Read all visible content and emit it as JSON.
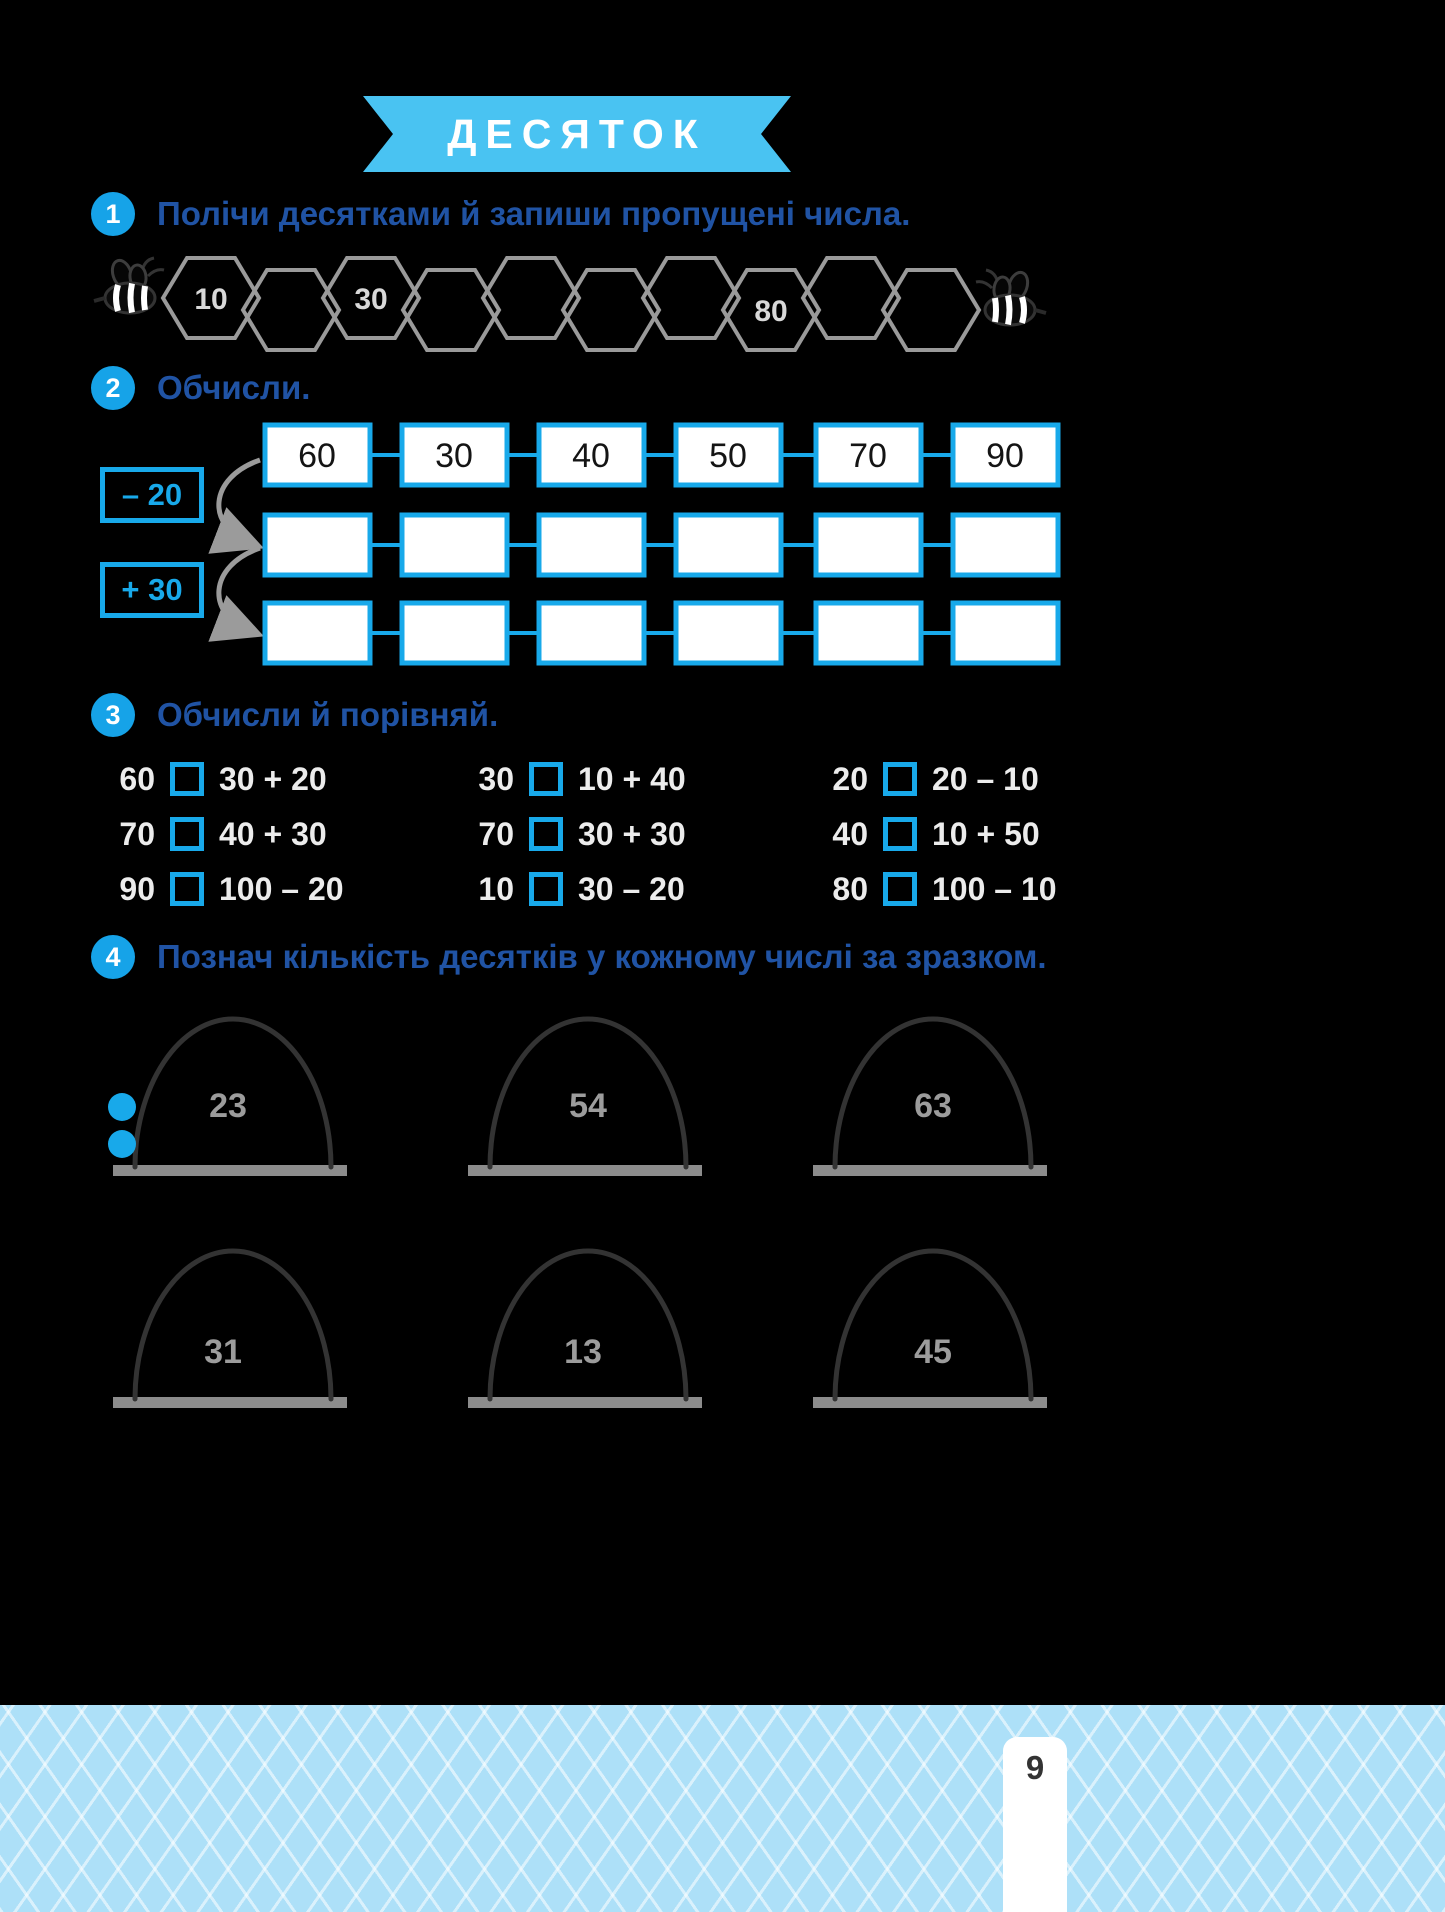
{
  "page": {
    "title": "ДЕСЯТОК",
    "page_number": "9"
  },
  "colors": {
    "background": "#000000",
    "ribbon_blue": "#49c3f2",
    "accent_blue": "#18a9ea",
    "circle_blue": "#16a3e8",
    "instruction_blue": "#2053a4",
    "hex_outline_gray": "#9a9a9a",
    "arrow_gray": "#9b9b9b",
    "water_blue": "#ade0f8"
  },
  "tasks": {
    "t1": {
      "number": "1",
      "instruction": "Полічи десятками й запиши пропущені числа."
    },
    "t2": {
      "number": "2",
      "instruction": "Обчисли."
    },
    "t3": {
      "number": "3",
      "instruction": "Обчисли й порівняй."
    },
    "t4": {
      "number": "4",
      "instruction": "Познач кількість десятків у кожному числі за зразком."
    }
  },
  "task1": {
    "hex_values": [
      "10",
      "",
      "30",
      "",
      "",
      "",
      "",
      "80",
      "",
      ""
    ]
  },
  "task2": {
    "operation_minus": "– 20",
    "operation_plus": "+ 30",
    "top_row": [
      "60",
      "30",
      "40",
      "50",
      "70",
      "90"
    ]
  },
  "task3": {
    "col1": [
      {
        "value": "60",
        "expr": "30 + 20"
      },
      {
        "value": "70",
        "expr": "40 + 30"
      },
      {
        "value": "90",
        "expr": "100 – 20"
      }
    ],
    "col2": [
      {
        "value": "30",
        "expr": "10 + 40"
      },
      {
        "value": "70",
        "expr": "30 + 30"
      },
      {
        "value": "10",
        "expr": "30 – 20"
      }
    ],
    "col3": [
      {
        "value": "20",
        "expr": "20 – 10"
      },
      {
        "value": "40",
        "expr": "10 + 50"
      },
      {
        "value": "80",
        "expr": "100 – 10"
      }
    ]
  },
  "task4": {
    "numbers": [
      "23",
      "54",
      "63",
      "31",
      "13",
      "45"
    ],
    "example_dots": 2
  }
}
